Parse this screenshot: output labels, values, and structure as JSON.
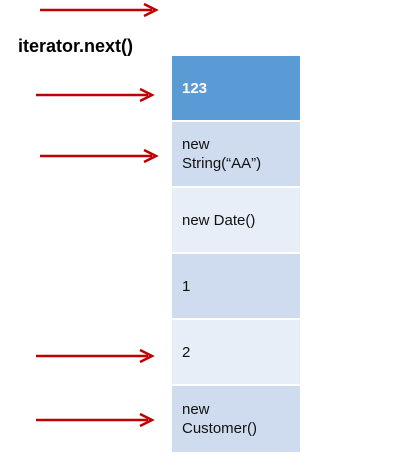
{
  "title": "iterator.next()",
  "colors": {
    "header_fill": "#5B9BD5",
    "cell_fill_dark": "#CFDBEE",
    "cell_fill_light": "#E8EEF7",
    "arrow": "#C00000"
  },
  "cells": [
    {
      "label": "123"
    },
    {
      "label": "new\nString(“AA”)"
    },
    {
      "label": "new Date()"
    },
    {
      "label": "1"
    },
    {
      "label": "2"
    },
    {
      "label": "new\nCustomer()"
    }
  ]
}
